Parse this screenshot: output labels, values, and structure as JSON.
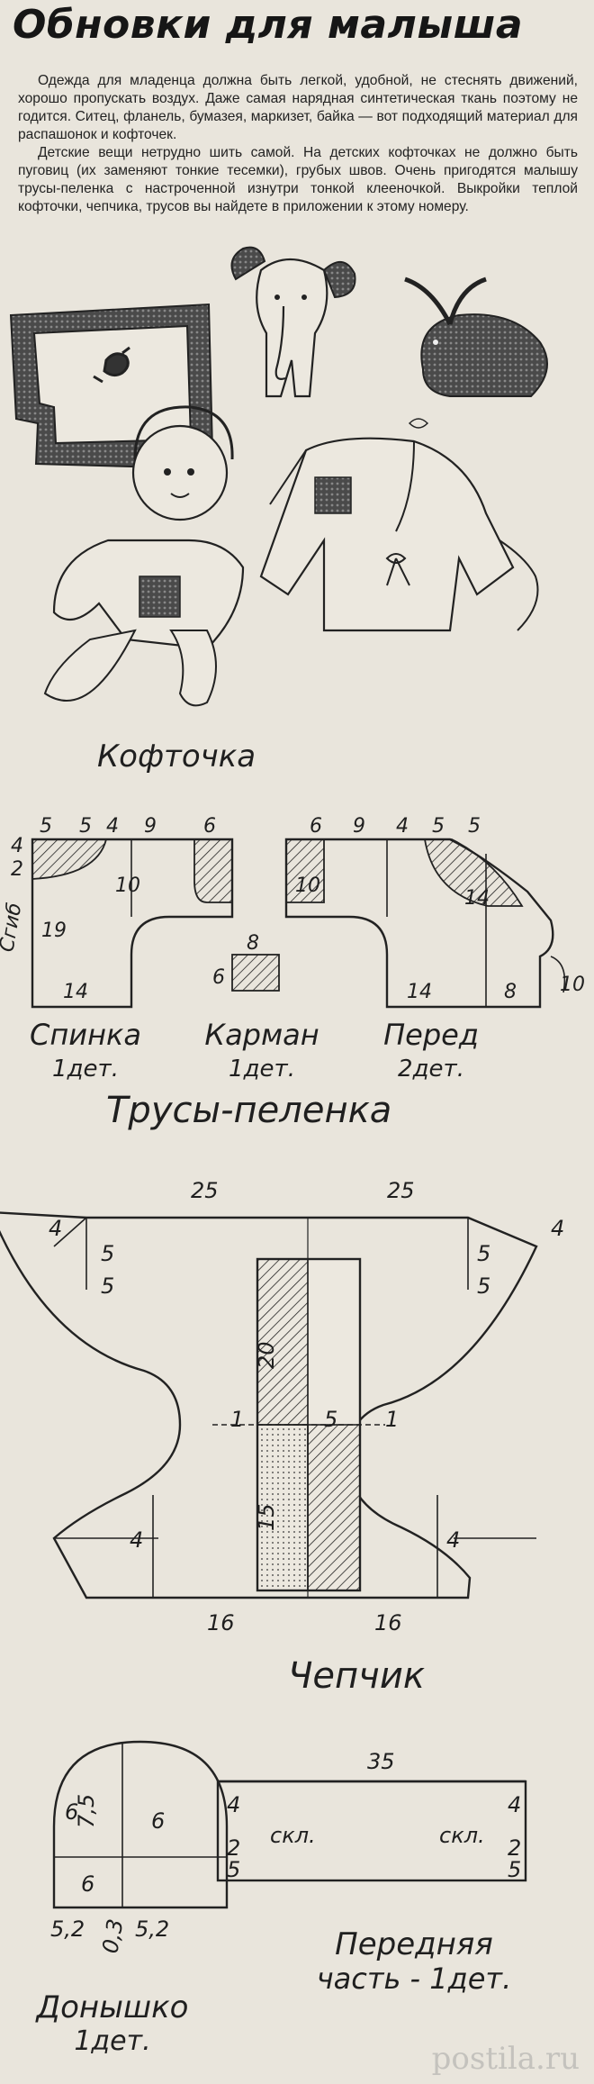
{
  "article": {
    "title": "Обновки для малыша",
    "paragraphs": [
      "Одежда для младенца должна быть легкой, удобной, не стеснять движений, хорошо пропускать воздух. Даже самая нарядная синтетическая ткань поэтому не годится. Ситец, фланель, бумазея, маркизет, байка — вот подходящий материал для распашонок и кофточек.",
      "Детские вещи нетрудно шить самой. На детских кофточках не должно быть пуговиц (их заменяют тонкие тесемки), грубых швов. Очень пригодятся малышу трусы-пеленка с настроченной изнутри тонкой клееночкой. Выкройки теплой кофточки, чепчика, трусов вы найдете в приложении к этому номеру."
    ]
  },
  "kofta": {
    "heading": "Кофточка",
    "back_label": "Спинка",
    "back_count": "1дет.",
    "pocket_label": "Карман",
    "pocket_count": "1дет.",
    "front_label": "Перед",
    "front_count": "2дет.",
    "fold_label": "Сгиб",
    "dims": {
      "back_top_1": "5",
      "back_top_2": "5",
      "back_top_3": "4",
      "back_top_4": "9",
      "back_top_5": "6",
      "back_left_1": "4",
      "back_left_2": "2",
      "back_side": "19",
      "back_bottom": "14",
      "back_sleeve": "10",
      "pocket_w": "8",
      "pocket_h": "6",
      "front_top_1": "6",
      "front_top_2": "9",
      "front_top_3": "4",
      "front_top_4": "5",
      "front_top_5": "5",
      "front_sleeve": "10",
      "front_bottom": "14",
      "front_right": "8",
      "front_neck": "14",
      "front_cuff": "10"
    }
  },
  "trusy": {
    "heading": "Трусы-пеленка",
    "top_left": "25",
    "top_right": "25",
    "bottom_left": "16",
    "bottom_right": "16",
    "corner_tl": "4",
    "corner_tr": "4",
    "corner_bl": "4",
    "corner_br": "4",
    "side_a": "5",
    "side_b": "5",
    "insert_upper": "20",
    "insert_lower": "15",
    "insert_width": "5",
    "waist_l": "1",
    "waist_r": "1"
  },
  "chepchik": {
    "heading": "Чепчик",
    "width": "35",
    "fold_left": "скл.",
    "fold_right": "скл.",
    "d1": "2",
    "d2": "4",
    "d3": "5",
    "bottom_label": "Донышко",
    "bottom_count": "1дет.",
    "front_label": "Передняя",
    "front_count": "часть - 1дет.",
    "donyshko": {
      "a": "6",
      "b": "7,5",
      "c": "6",
      "d": "6",
      "e": "5,2",
      "f": "5,2",
      "g": "0,3"
    }
  },
  "watermark": "postila.ru"
}
